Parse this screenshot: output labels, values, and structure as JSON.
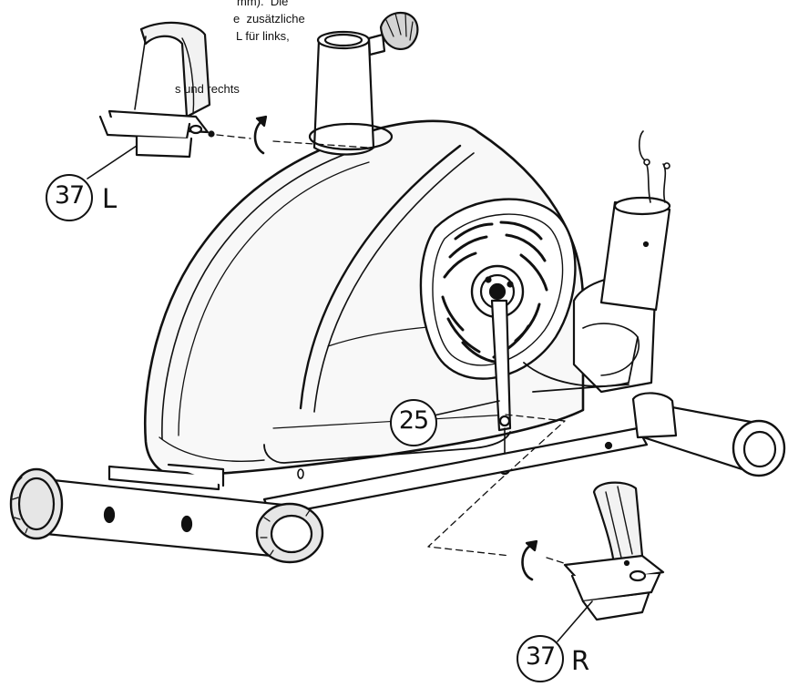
{
  "instructions": {
    "line1": "mm).  Die",
    "line2": "e  zusätzliche",
    "line3": "L für links,",
    "line4": "s und rechts"
  },
  "callouts": {
    "left_pedal": {
      "number": "37",
      "suffix": "L"
    },
    "crank_arm": {
      "number": "25"
    },
    "right_pedal": {
      "number": "37",
      "suffix": "R"
    }
  }
}
